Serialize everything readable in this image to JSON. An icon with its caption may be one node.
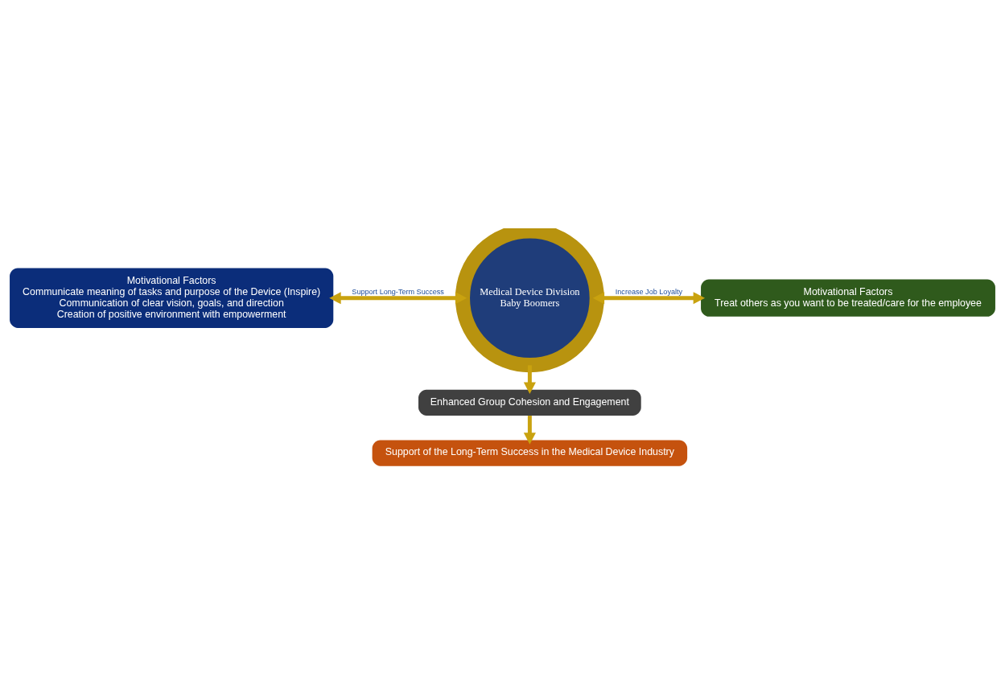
{
  "diagram": {
    "nodes": [
      {
        "text": [
          "Motivational Factors",
          "Communicate meaning of tasks and purpose of the Device (Inspire)",
          "Communication of clear vision, goals, and direction",
          "Creation of positive environment with empowerment"
        ]
      },
      {
        "text": [
          "Medical Device Division",
          "Baby Boomers"
        ]
      },
      {
        "text": [
          "Motivational Factors",
          "Treat others as you want to be treated/care for the employee"
        ]
      },
      {
        "text": [
          "Enhanced Group Cohesion and Engagement"
        ]
      },
      {
        "text": [
          "Support of the Long-Term Success in the Medical Device Industry"
        ]
      }
    ],
    "edges": [
      {
        "from": 0,
        "to": 1,
        "arrow": "both",
        "label": "Support Long-Term Success"
      },
      {
        "from": 1,
        "to": 2,
        "arrow": "both",
        "label": "Increase Job Loyalty"
      },
      {
        "from": 1,
        "to": 3,
        "arrow": "to"
      },
      {
        "from": 3,
        "to": 4,
        "arrow": "to"
      }
    ]
  }
}
